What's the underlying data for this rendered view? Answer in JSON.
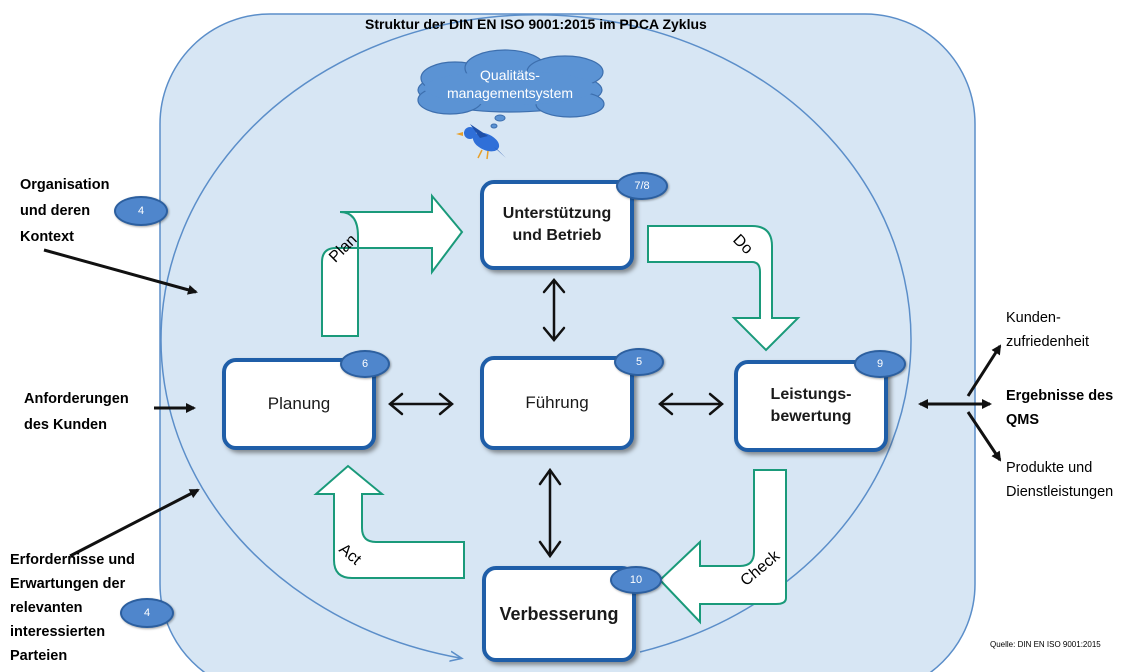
{
  "title": "Struktur der DIN EN ISO 9001:2015 im PDCA Zyklus",
  "cloud_text": "Qualitäts-\nmanagementsystem",
  "boxes": {
    "support": {
      "label": "Unterstützung\nund Betrieb",
      "badge": "7/8"
    },
    "planning": {
      "label": "Planung",
      "badge": "6"
    },
    "leadership": {
      "label": "Führung",
      "badge": "5"
    },
    "evaluation": {
      "label": "Leistungs-\nbewertung",
      "badge": "9"
    },
    "improvement": {
      "label": "Verbesserung",
      "badge": "10"
    }
  },
  "cycle": {
    "plan": "Plan",
    "do": "Do",
    "check": "Check",
    "act": "Act"
  },
  "inputs": {
    "context": {
      "label": "Organisation\nund deren\nKontext",
      "badge": "4"
    },
    "requirements": {
      "label": "Anforderungen\ndes Kunden"
    },
    "parties": {
      "label": "Erfordernisse und\nErwartungen der\nrelevanten\ninteressierten\nParteien",
      "badge": "4"
    }
  },
  "outputs": {
    "satisfaction": "Kunden-\nzufriedenheit",
    "results": "Ergebnisse des\nQMS",
    "products": "Produkte und\nDienstleistungen"
  },
  "source": "Quelle: DIN EN ISO 9001:2015",
  "colors": {
    "frame_fill": "#d7e6f4",
    "frame_stroke": "#5b8ec9",
    "box_border": "#1f5ea8",
    "badge_fill": "#4f86cc",
    "cycle_arrow": "#1a9a7a",
    "cloud_fill": "#5b93d4"
  }
}
